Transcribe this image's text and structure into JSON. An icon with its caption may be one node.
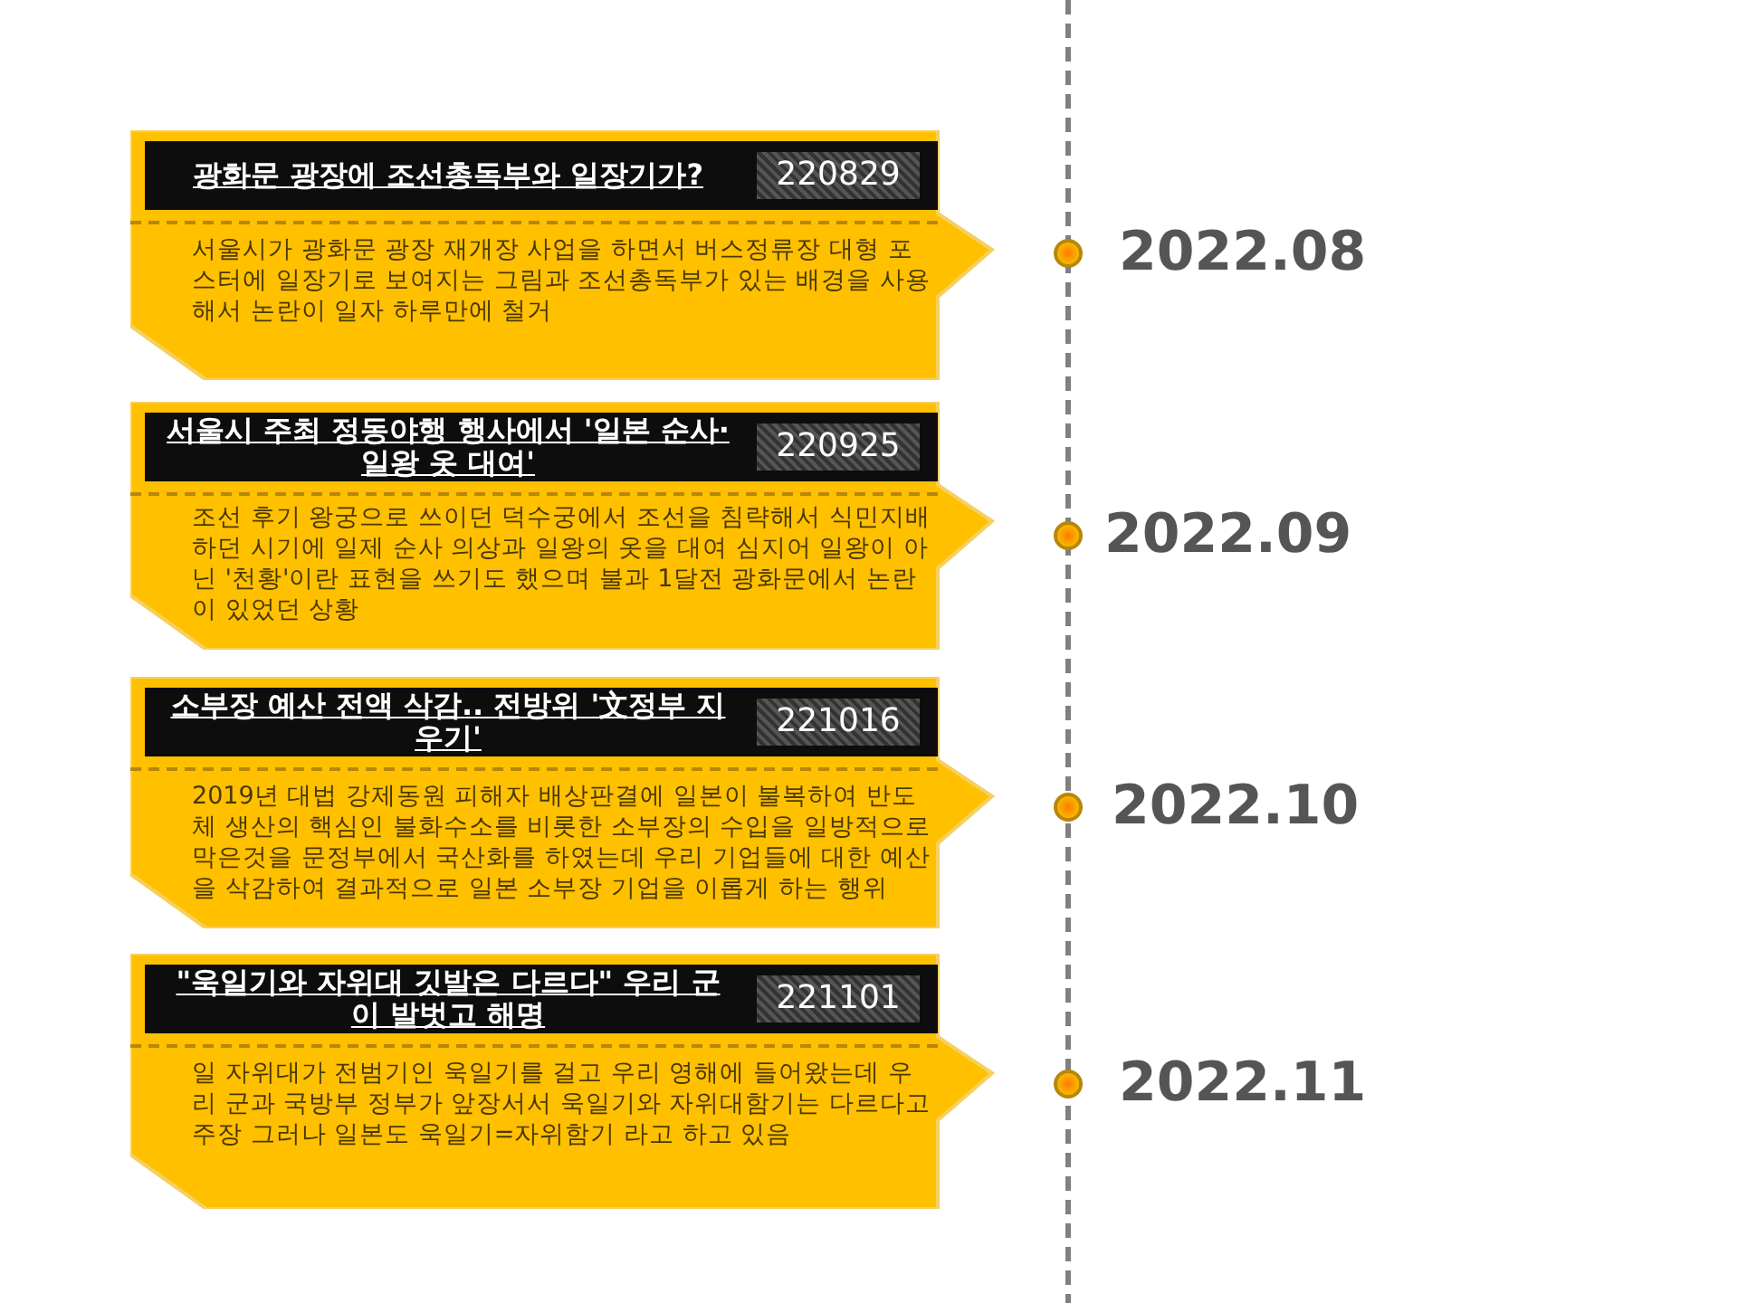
{
  "diagram": {
    "nodes": [
      {
        "text": [
          "광화문 광장에 조선총독부와 일장기가?",
          "220829",
          "서울시가 광화문 광장 재개장 사업을 하면서 버스정류장 대형 포스터에 일장기로 보여지는 그림과 조선총독부가 있는 배경을 사용해서 논란이 일자 하루만에 철거"
        ]
      },
      {
        "text": [
          "서울시 주최 정동야행 행사에서 '일본 순사·일왕 옷 대여'",
          "220925",
          "조선 후기 왕궁으로 쓰이던 덕수궁에서 조선을 침략해서 식민지배 하던 시기에 일제 순사 의상과 일왕의 옷을 대여 심지어 일왕이 아닌 '천황'이란 표현을 쓰기도 했으며 불과 1달전 광화문에서 논란이 있었던 상황"
        ]
      },
      {
        "text": [
          "소부장 예산 전액 삭감.. 전방위 '文정부 지우기'",
          "221016",
          "2019년 대법 강제동원 피해자 배상판결에 일본이 불복하여 반도체 생산의 핵심인 불화수소를 비롯한 소부장의 수입을 일방적으로 막은것을 문정부에서 국산화를 하였는데 우리 기업들에 대한 예산을 삭감하여 결과적으로 일본 소부장 기업을 이롭게 하는 행위"
        ]
      },
      {
        "text": [
          "\"욱일기와 자위대 깃발은 다르다\" 우리 군이 발벗고 해명",
          "221101",
          "일 자위대가 전범기인 욱일기를 걸고 우리 영해에 들어왔는데 우리 군과 국방부 정부가 앞장서서 욱일기와 자위대함기는 다르다고 주장 그러나 일본도 욱일기=자위함기 라고 하고 있음"
        ]
      }
    ],
    "labels": [
      "2022.08",
      "2022.09",
      "2022.10",
      "2022.11"
    ]
  }
}
